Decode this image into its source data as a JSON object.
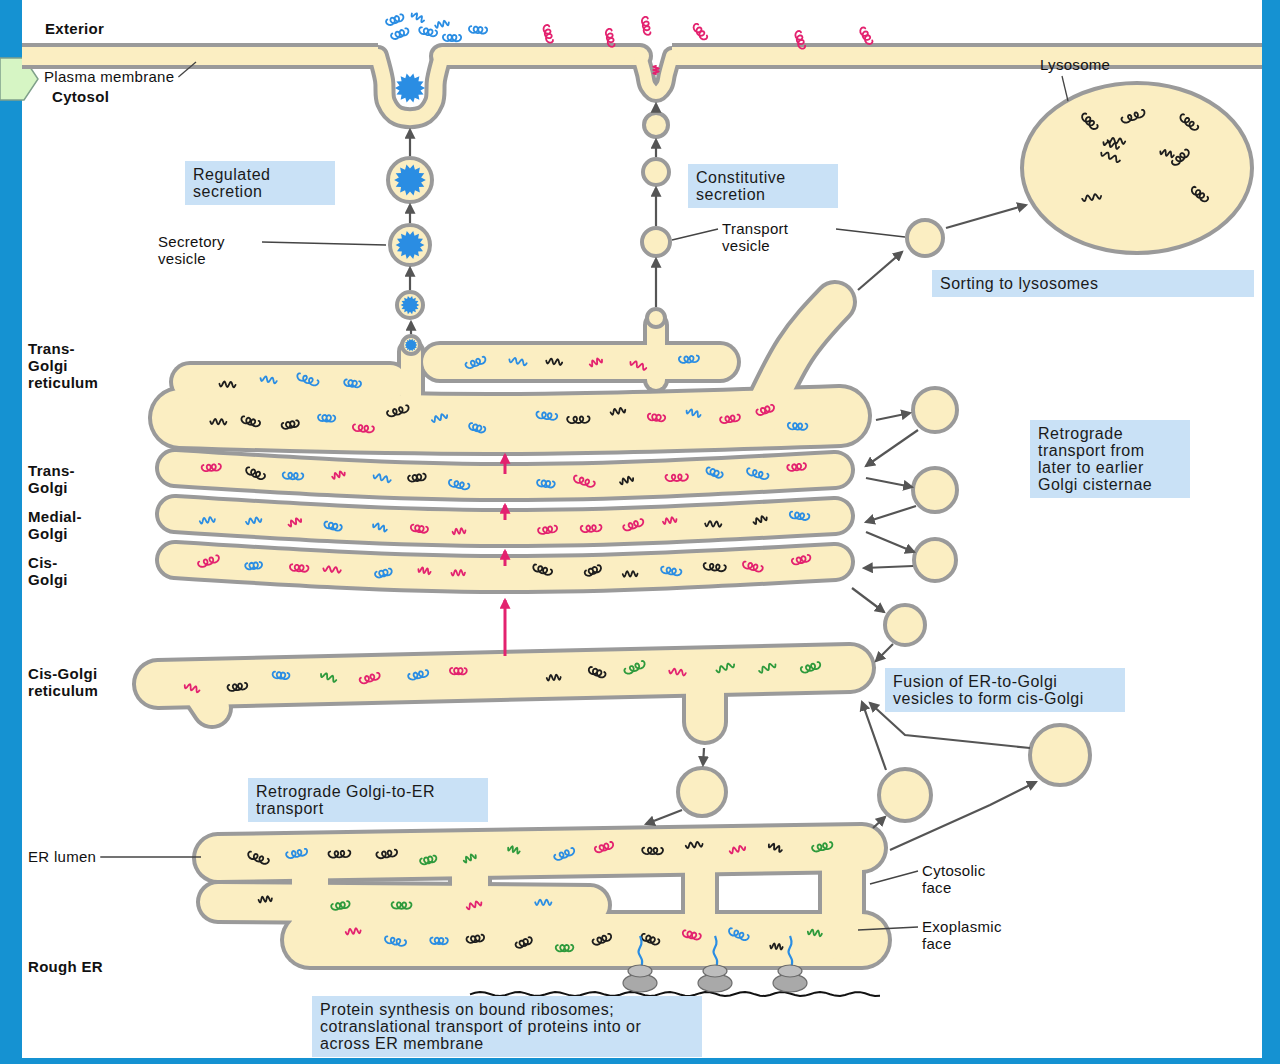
{
  "diagram": {
    "nodes": [
      {
        "text": [
          "Regulated secretion"
        ]
      },
      {
        "text": [
          "Constitutive secretion"
        ]
      },
      {
        "text": [
          "Sorting to lysosomes"
        ]
      },
      {
        "text": [
          "Retrograde transport from later to earlier Golgi cisternae"
        ]
      },
      {
        "text": [
          "Fusion of ER-to-Golgi vesicles to form cis-Golgi"
        ]
      },
      {
        "text": [
          "Retrograde Golgi-to-ER transport"
        ]
      },
      {
        "text": [
          "Protein synthesis on bound ribosomes; cotranslational transport of proteins into or across ER membrane"
        ]
      }
    ],
    "labels": [
      "Exterior",
      "Plasma membrane",
      "Cytosol",
      "Lysosome",
      "Secretory vesicle",
      "Transport vesicle",
      "Trans-Golgi reticulum",
      "Trans-Golgi",
      "Medial-Golgi",
      "Cis-Golgi",
      "Cis-Golgi reticulum",
      "ER lumen",
      "Cytosolic face",
      "Exoplasmic face",
      "Rough ER"
    ]
  }
}
